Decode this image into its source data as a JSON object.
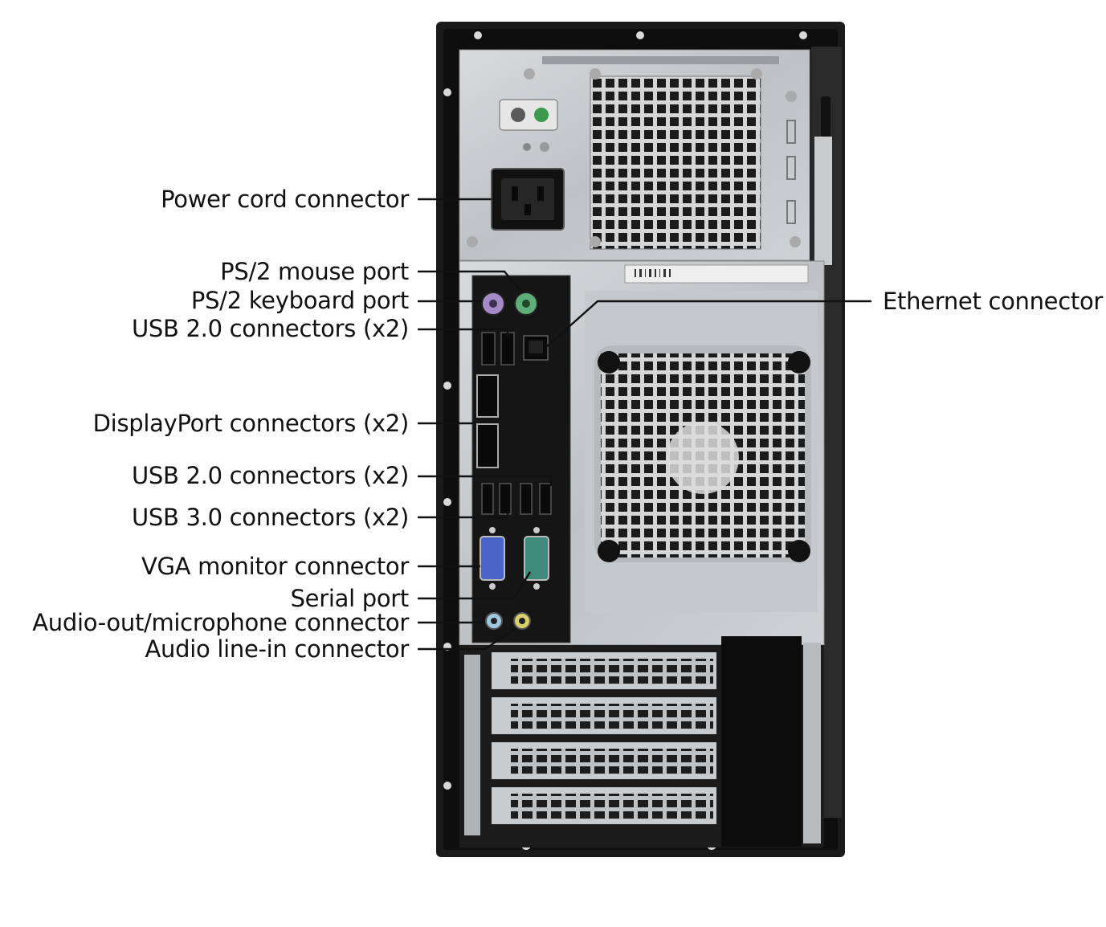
{
  "labels": {
    "power_cord": "Power cord connector",
    "ps2_mouse": "PS/2 mouse port",
    "ps2_keyboard": "PS/2 keyboard port",
    "usb2_upper": "USB 2.0 connectors (x2)",
    "displayport": "DisplayPort connectors (x2)",
    "usb2_lower": "USB 2.0 connectors (x2)",
    "usb3": "USB 3.0 connectors (x2)",
    "vga": "VGA monitor connector",
    "serial": "Serial port",
    "audio_out_mic": "Audio-out/microphone connector",
    "audio_line_in": "Audio line-in connector",
    "ethernet": "Ethernet connector"
  },
  "colors": {
    "chassis": "#1a1a1a",
    "metal": "#c9ccce",
    "io_plate": "#151515",
    "ps2_mouse": "#5fae79",
    "ps2_keyboard": "#a58cc8",
    "vga": "#4a63c8",
    "serial": "#3f8a7a",
    "audio_out": "#9ec9e0",
    "audio_in": "#d8d06a"
  }
}
